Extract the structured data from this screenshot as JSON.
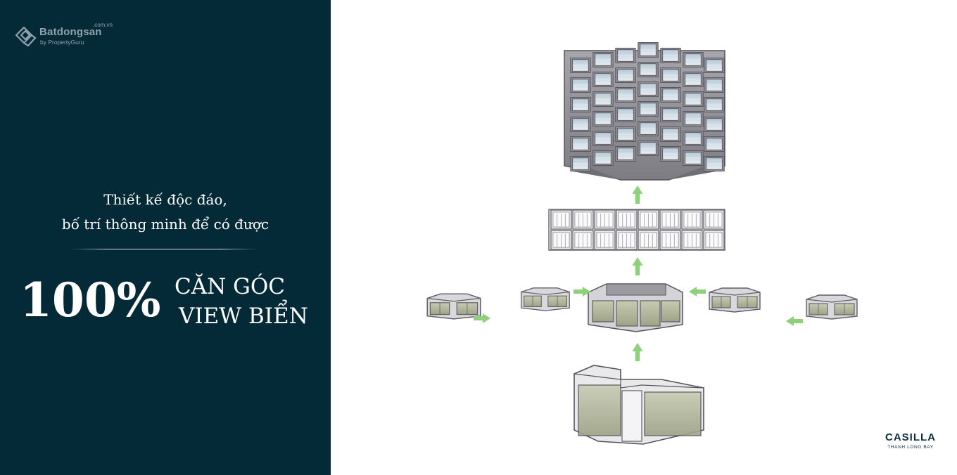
{
  "logo": {
    "name": "Batdongsan",
    "domain": ".com.vn",
    "tagline": "by PropertyGuru"
  },
  "headline": {
    "line1": "Thiết kế độc đáo,",
    "line2": "bố trí thông minh để có được"
  },
  "highlight": {
    "percent": "100%",
    "line1": "CĂN GÓC",
    "line2": "VIEW BIỂN"
  },
  "brand": {
    "name": "CASILLA",
    "subtitle": "THANH LONG BAY"
  },
  "colors": {
    "panel_bg": "#042a38",
    "arrow_green": "#8fd07a",
    "brand_text": "#0e3140"
  },
  "icons": [
    "batdongsan-logo-icon",
    "arrow-up-icon",
    "arrow-right-icon",
    "arrow-left-icon"
  ]
}
